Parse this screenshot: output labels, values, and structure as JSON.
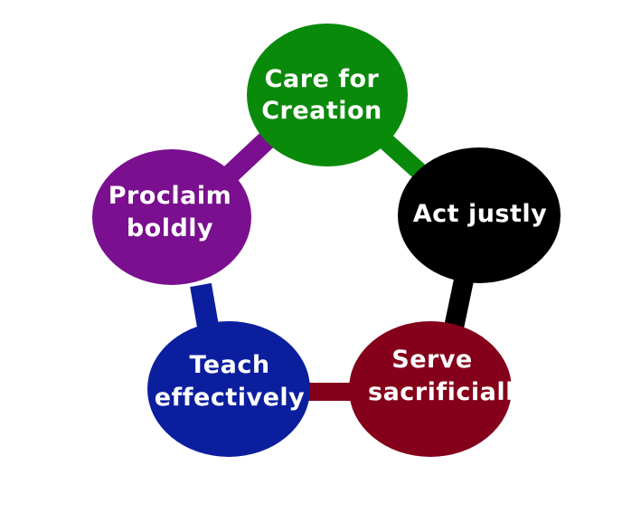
{
  "diagram": {
    "nodes": [
      {
        "id": "care",
        "lines": [
          "Care for",
          "Creation"
        ],
        "color": "#0a8a0a"
      },
      {
        "id": "act",
        "lines": [
          "Act justly"
        ],
        "color": "#000000"
      },
      {
        "id": "serve",
        "lines": [
          "Serve",
          "sacrificially"
        ],
        "color": "#85001a"
      },
      {
        "id": "teach",
        "lines": [
          "Teach",
          "effectively"
        ],
        "color": "#0b1f9e"
      },
      {
        "id": "proclaim",
        "lines": [
          "Proclaim",
          "boldly"
        ],
        "color": "#7a0f8f"
      }
    ],
    "connector_colors": {
      "care_act": "#0a8a0a",
      "act_serve": "#000000",
      "serve_teach": "#85001a",
      "teach_proclaim": "#0b1f9e",
      "proclaim_care": "#7a0f8f"
    }
  }
}
